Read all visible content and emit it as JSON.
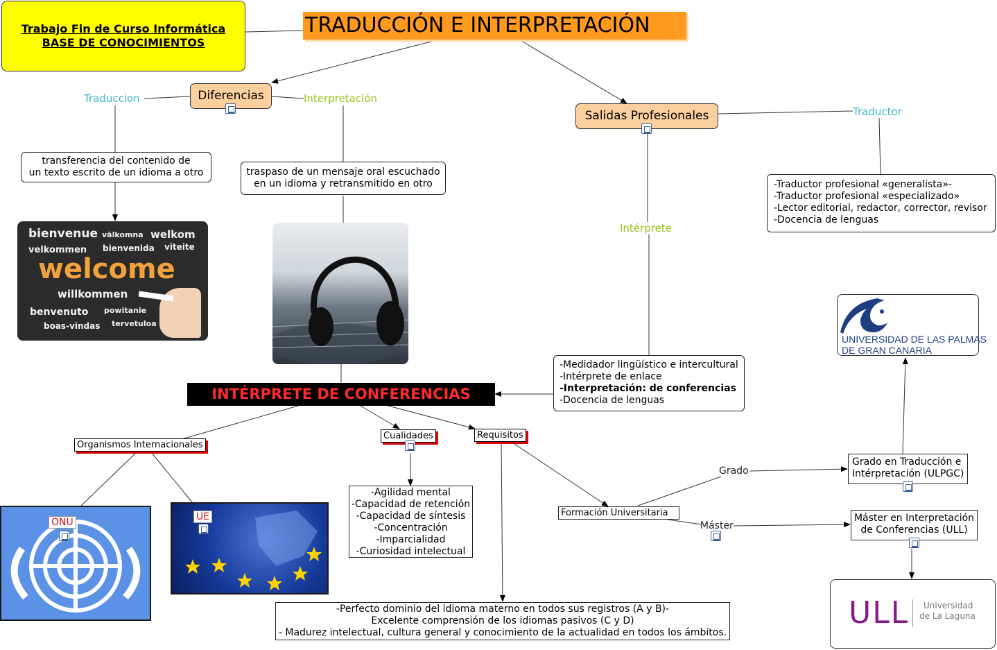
{
  "header": {
    "project_line1": "Trabajo Fin de Curso Informática",
    "project_line2": "BASE DE CONOCIMIENTOS",
    "main_title": "TRADUCCIÓN E INTERPRETACIÓN"
  },
  "diferencias": {
    "title": "Diferencias",
    "left_label": "Traduccion",
    "right_label": "Interpretación",
    "traduccion_line1": "transferencia del contenido de",
    "traduccion_line2": "un texto escrito de un idioma a otro",
    "interpretacion_line1": "traspaso de un mensaje oral escuchado",
    "interpretacion_line2": "en un idioma y retransmitido en otro"
  },
  "welcome_image": {
    "w1": "bienvenue",
    "w2": "välkomna",
    "w3": "welkom",
    "w4": "velkommen",
    "w5": "bienvenida",
    "w6": "viteite",
    "w7": "welcome",
    "w8": "willkommen",
    "w9": "benvenuto",
    "w10": "powitanie",
    "w11": "boas-vindas",
    "w12": "tervetuloa"
  },
  "salidas": {
    "title": "Salidas Profesionales",
    "traductor_label": "Traductor",
    "traductor_items": [
      "-Traductor profesional «generalista»-",
      "-Traductor profesional «especializado»",
      "-Lector editorial, redactor, corrector, revisor",
      "-Docencia de lenguas"
    ],
    "interprete_label": "Intérprete",
    "interprete_items": [
      "-Medidador lingüístico e intercultural",
      "-Intérprete de enlace",
      "-Interpretación: de conferencias",
      "-Docencia de lenguas"
    ]
  },
  "conferencias": {
    "title": "INTÉRPRETE DE CONFERENCIAS",
    "organismos": "Organismos Internacionales",
    "onu": "ONU",
    "ue": "UE",
    "cualidades": "Cualidades",
    "cualidades_items": [
      "-Agilidad mental",
      "-Capacidad de retención",
      "-Capacidad de síntesis",
      "-Concentración",
      "-Imparcialidad",
      "-Curiosidad intelectual"
    ],
    "requisitos": "Requisitos",
    "requisitos_items": [
      "-Perfecto dominio del idioma materno en todos sus registros (A y B)-",
      "Excelente comprensión de los idiomas pasivos (C y D)",
      "- Madurez intelectual, cultura general y conocimiento de la actualidad en todos los ámbitos."
    ]
  },
  "formacion": {
    "title": "Formación Universitaria",
    "grado_label": "Grado",
    "master_label": "Máster",
    "grado_line1": "Grado en Traducción e",
    "grado_line2": "Intérpretación (ULPGC)",
    "master_line1": "Máster en Interpretación",
    "master_line2": "de Conferencias (ULL)",
    "ulpgc_line1": "UNIVERSIDAD DE LAS PALMAS",
    "ulpgc_line2": "DE GRAN CANARIA",
    "ull_logo": "ULL",
    "ull_line1": "Universidad",
    "ull_line2": "de La Laguna"
  },
  "colors": {
    "title_bg": "#ff9a1f",
    "project_bg": "#ffff00",
    "node_orange": "#fccf9e",
    "label_cyan": "#3ab7c8",
    "label_green": "#9bbf1c",
    "conf_text": "#ff2a2a",
    "ull_purple": "#8a1a8a",
    "ulpgc_blue": "#1d3f82"
  }
}
